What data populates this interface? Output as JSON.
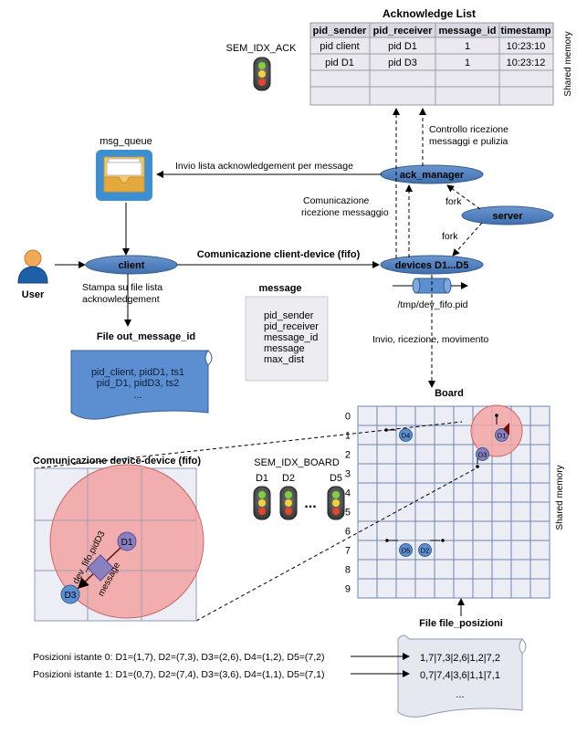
{
  "ack_list": {
    "title": "Acknowledge List",
    "columns": [
      "pid_sender",
      "pid_receiver",
      "message_id",
      "timestamp"
    ],
    "rows": [
      [
        "pid client",
        "pid D1",
        "1",
        "10:23:10"
      ],
      [
        "pid D1",
        "pid D3",
        "1",
        "10:23:12"
      ],
      [
        "",
        "",
        "",
        ""
      ],
      [
        "",
        "",
        "",
        ""
      ]
    ],
    "side_label": "Shared memory"
  },
  "sem_ack": {
    "label": "SEM_IDX_ACK"
  },
  "msg_queue": {
    "label": "msg_queue"
  },
  "nodes": {
    "ack_manager": "ack_manager",
    "server": "server",
    "client": "client",
    "devices": "devices D1...D5"
  },
  "user": {
    "label": "User"
  },
  "edges": {
    "invio_lista": "Invio lista acknowledgement per message",
    "controllo_1": "Controllo ricezione",
    "controllo_2": "messaggi e pulizia",
    "comunicazione_1": "Comunicazione",
    "comunicazione_2": "ricezione messaggio",
    "fork_1": "fork",
    "fork_2": "fork",
    "client_device": "Comunicazione client-device (fifo)",
    "stampa_1": "Stampa su file lista",
    "stampa_2": "acknowledgement",
    "fifo_path": "/tmp/dev_fifo.pid",
    "invio_ricezione": "Invio, ricezione, movimento"
  },
  "message_struct": {
    "title": "message",
    "fields": [
      "pid_sender",
      "pid_receiver",
      "message_id",
      "message",
      "max_dist"
    ]
  },
  "out_file": {
    "title": "File out_message_id",
    "lines": [
      "pid_client, pidD1, ts1",
      "pid_D1, pidD3, ts2",
      "..."
    ]
  },
  "board": {
    "title": "Board",
    "side_label": "Shared memory",
    "row_labels": [
      "0",
      "1",
      "2",
      "3",
      "4",
      "5",
      "6",
      "7",
      "8",
      "9"
    ],
    "devices": [
      {
        "label": "D1",
        "row": 1,
        "col": 7
      },
      {
        "label": "D2",
        "row": 7,
        "col": 3
      },
      {
        "label": "D3",
        "row": 2,
        "col": 6
      },
      {
        "label": "D4",
        "row": 1,
        "col": 2
      },
      {
        "label": "D5",
        "row": 7,
        "col": 2
      }
    ]
  },
  "zoom": {
    "title": "Comunicazione device-device (fifo)",
    "d1": "D1",
    "d3": "D3",
    "fifo_label": "dev_fifo.pidD3",
    "msg_label": "message"
  },
  "sem_board": {
    "label": "SEM_IDX_BOARD",
    "devices": [
      "D1",
      "D2",
      "D5"
    ],
    "ellipsis": "..."
  },
  "positions_file": {
    "title": "File file_posizioni",
    "lines": [
      "1,7|7,3|2,6|1,2|7,2",
      "0,7|7,4|3,6|1,1|7,1",
      "..."
    ]
  },
  "positions": [
    "Posizioni istante 0: D1=(1,7), D2=(7,3), D3=(2,6), D4=(1,2), D5=(7,2)",
    "Posizioni istante 1: D1=(0,7), D2=(7,4), D3=(3,6), D4=(1,1), D5=(7,1)"
  ],
  "colors": {
    "node_fill": "#4f81bd",
    "node_stroke": "#385d8a",
    "note_fill": "#dde6f2",
    "file_fill": "#5b8fd1",
    "range_fill": "#f4a6a6",
    "device_fill": "#8a7fbf",
    "grid_fill": "#ededf5",
    "grid_line": "#6f86b3"
  }
}
